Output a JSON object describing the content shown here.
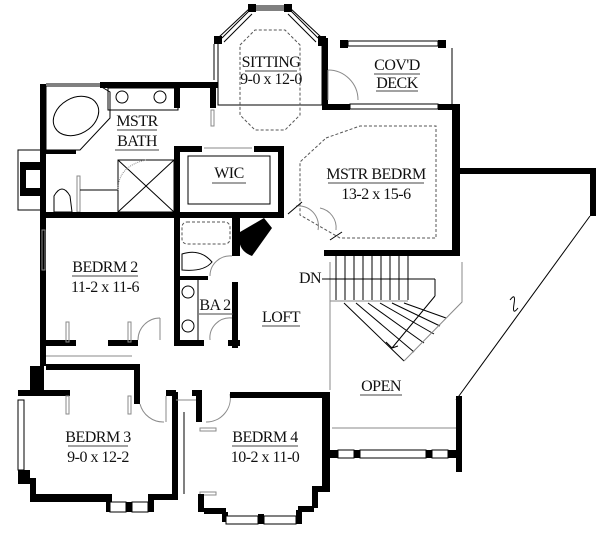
{
  "plan": {
    "type": "upper floor plan",
    "rooms": [
      {
        "id": "sitting",
        "name": "SITTING",
        "dims": "9-0 x 12-0"
      },
      {
        "id": "covd-deck",
        "name": "COV'D",
        "name2": "DECK"
      },
      {
        "id": "mstr-bath",
        "name": "MSTR",
        "name2": "BATH"
      },
      {
        "id": "wic",
        "name": "WIC"
      },
      {
        "id": "mstr-bedrm",
        "name": "MSTR BEDRM",
        "dims": "13-2 x 15-6"
      },
      {
        "id": "bedrm-2",
        "name": "BEDRM 2",
        "dims": "11-2 x 11-6"
      },
      {
        "id": "ba-2",
        "name": "BA 2"
      },
      {
        "id": "loft",
        "name": "LOFT"
      },
      {
        "id": "open",
        "name": "OPEN"
      },
      {
        "id": "bedrm-3",
        "name": "BEDRM 3",
        "dims": "9-0 x 12-2"
      },
      {
        "id": "bedrm-4",
        "name": "BEDRM 4",
        "dims": "10-2 x 11-0"
      }
    ],
    "annotations": {
      "stair_label": "DN"
    },
    "colors": {
      "wall": "#000000",
      "background": "#ffffff",
      "fixture_line": "#8a8a8a"
    }
  }
}
